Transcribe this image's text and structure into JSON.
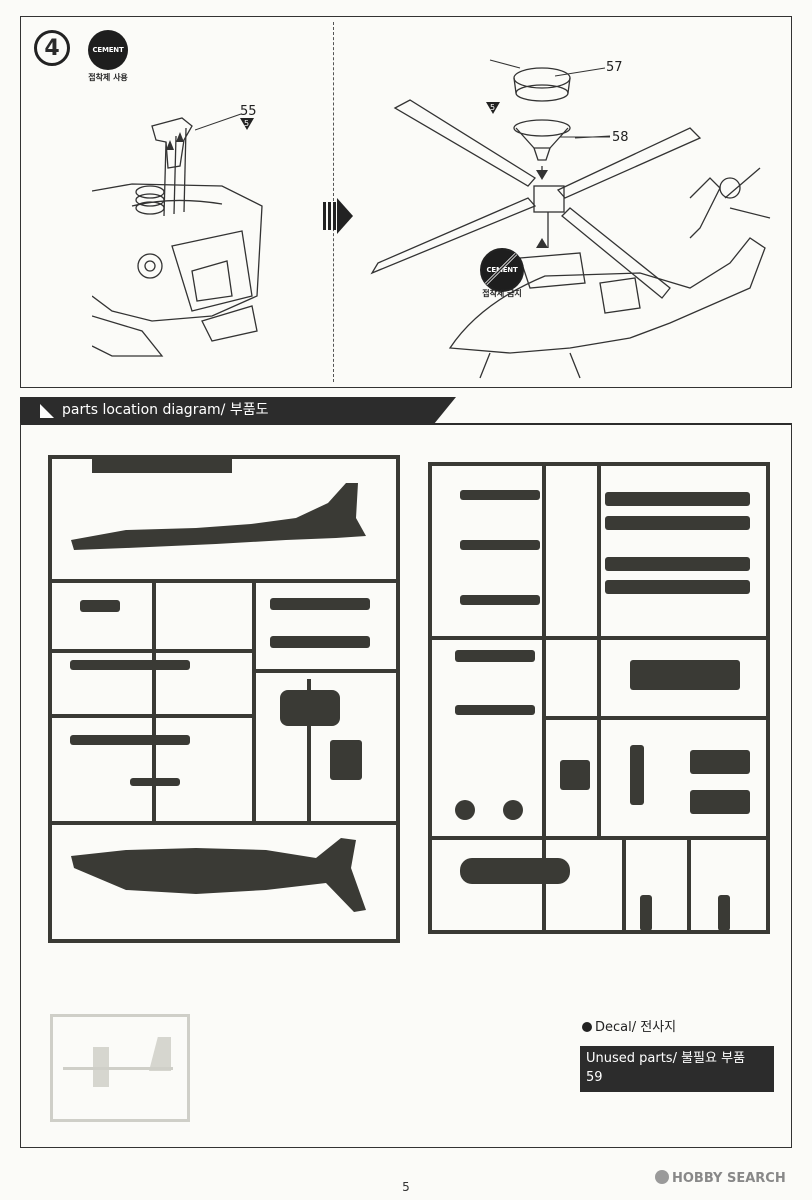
{
  "step": {
    "number": "4",
    "cement_badge": "CEMENT",
    "cement_use": "접착제 사용",
    "cement_forbidden": "접착제 금지",
    "callouts": [
      "55",
      "57",
      "58"
    ],
    "sprue_markers": [
      "5",
      "5"
    ]
  },
  "parts_section": {
    "title": "parts location diagram/ 부품도"
  },
  "decal": {
    "label": "Decal/ 전사지"
  },
  "unused": {
    "label": "Unused parts/ 불필요 부품",
    "parts": "59"
  },
  "page": {
    "number": "5"
  },
  "watermark": {
    "text": "HOBBY SEARCH"
  }
}
